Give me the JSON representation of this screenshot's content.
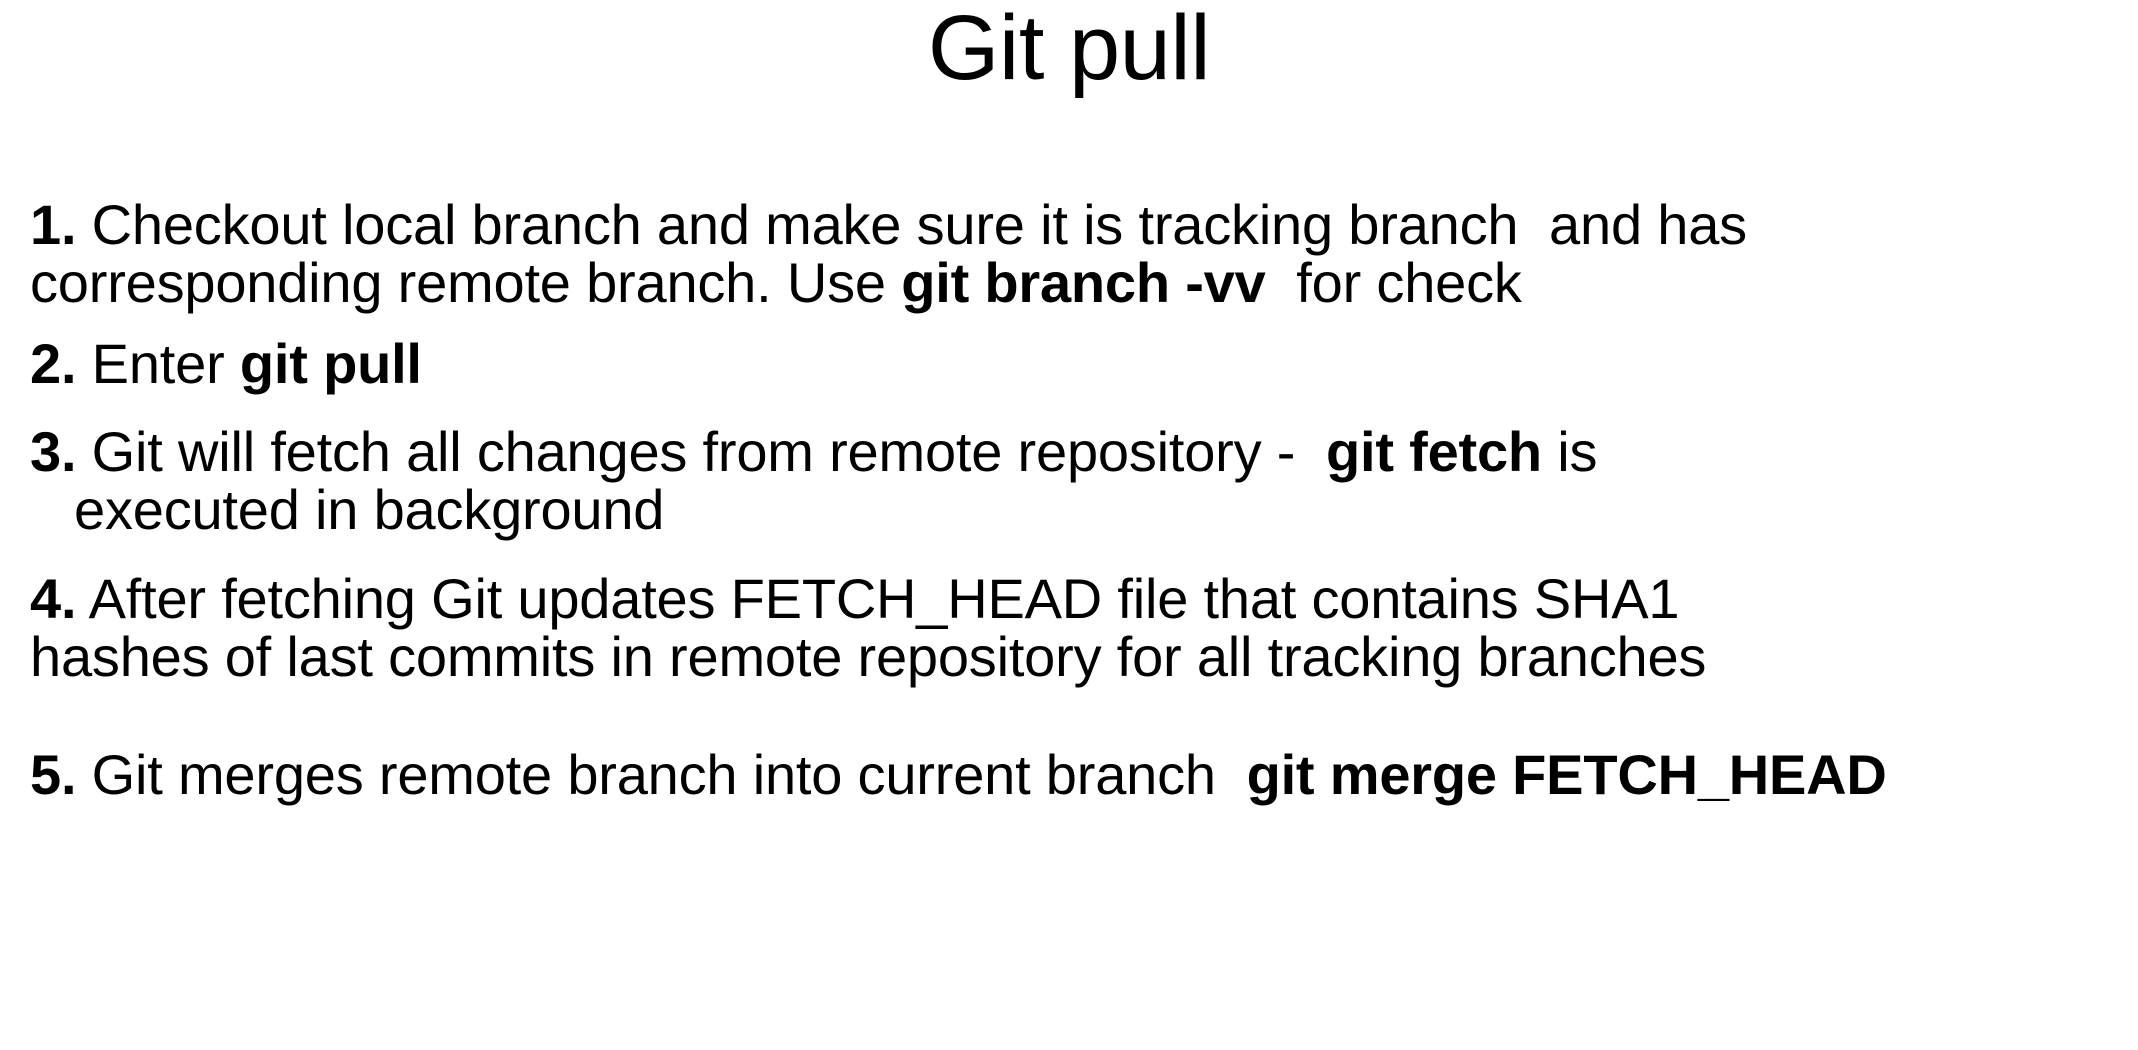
{
  "slide": {
    "title": "Git pull",
    "background_color": "#ffffff",
    "text_color": "#000000",
    "steps": [
      {
        "number": "1.",
        "lines": [
          [
            {
              "text": " Checkout local branch and make sure it is tracking branch  and has",
              "bold": false
            }
          ],
          [
            {
              "text": "corresponding remote branch. Use ",
              "bold": false
            },
            {
              "text": "git branch -vv",
              "bold": true
            },
            {
              "text": "  for check",
              "bold": false
            }
          ]
        ]
      },
      {
        "number": "2.",
        "lines": [
          [
            {
              "text": " Enter ",
              "bold": false
            },
            {
              "text": "git pull",
              "bold": true
            }
          ]
        ]
      },
      {
        "number": "3.",
        "lines": [
          [
            {
              "text": " Git will fetch all changes from remote repository -  ",
              "bold": false
            },
            {
              "text": "git fetch",
              "bold": true
            },
            {
              "text": " is",
              "bold": false
            }
          ],
          [
            {
              "text": "executed in background",
              "bold": false,
              "indent": true
            }
          ]
        ]
      },
      {
        "number": "4.",
        "lines": [
          [
            {
              "text": " After fetching Git updates FETCH_HEAD file that contains SHA1",
              "bold": false
            }
          ],
          [
            {
              "text": "hashes of last commits in remote repository for all tracking branches",
              "bold": false
            }
          ]
        ]
      },
      {
        "number": "5.",
        "lines": [
          [
            {
              "text": " Git merges remote branch into current branch  ",
              "bold": false
            },
            {
              "text": "git merge FETCH_HEAD",
              "bold": true
            }
          ]
        ]
      }
    ]
  }
}
